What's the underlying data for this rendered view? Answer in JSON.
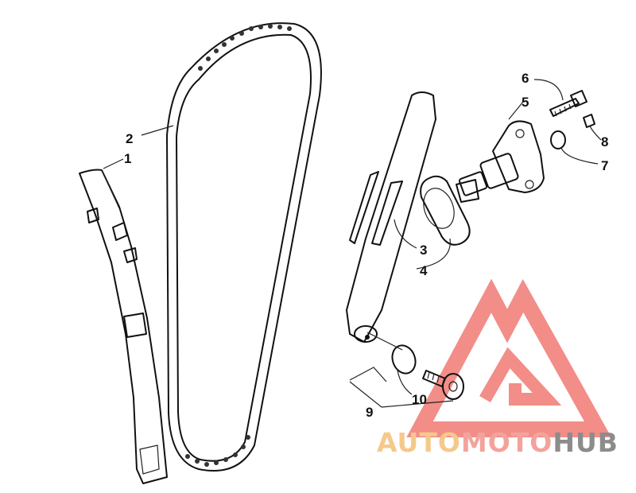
{
  "callouts": {
    "guide_rear": "1",
    "chain": "2",
    "tensioner": "3",
    "gasket": "4",
    "tensioner_assembly": "5",
    "bolt": "6",
    "washer": "7",
    "cap_bolt": "8",
    "guide_kit": "9",
    "o_ring": "10"
  },
  "watermark": {
    "part1": "AUTO",
    "part2": "MOTO",
    "part3": "HUB",
    "color1": "#f5c98a",
    "color2": "#f4a29c",
    "color3": "#8c8c8c",
    "logo_color": "#f07a74"
  }
}
